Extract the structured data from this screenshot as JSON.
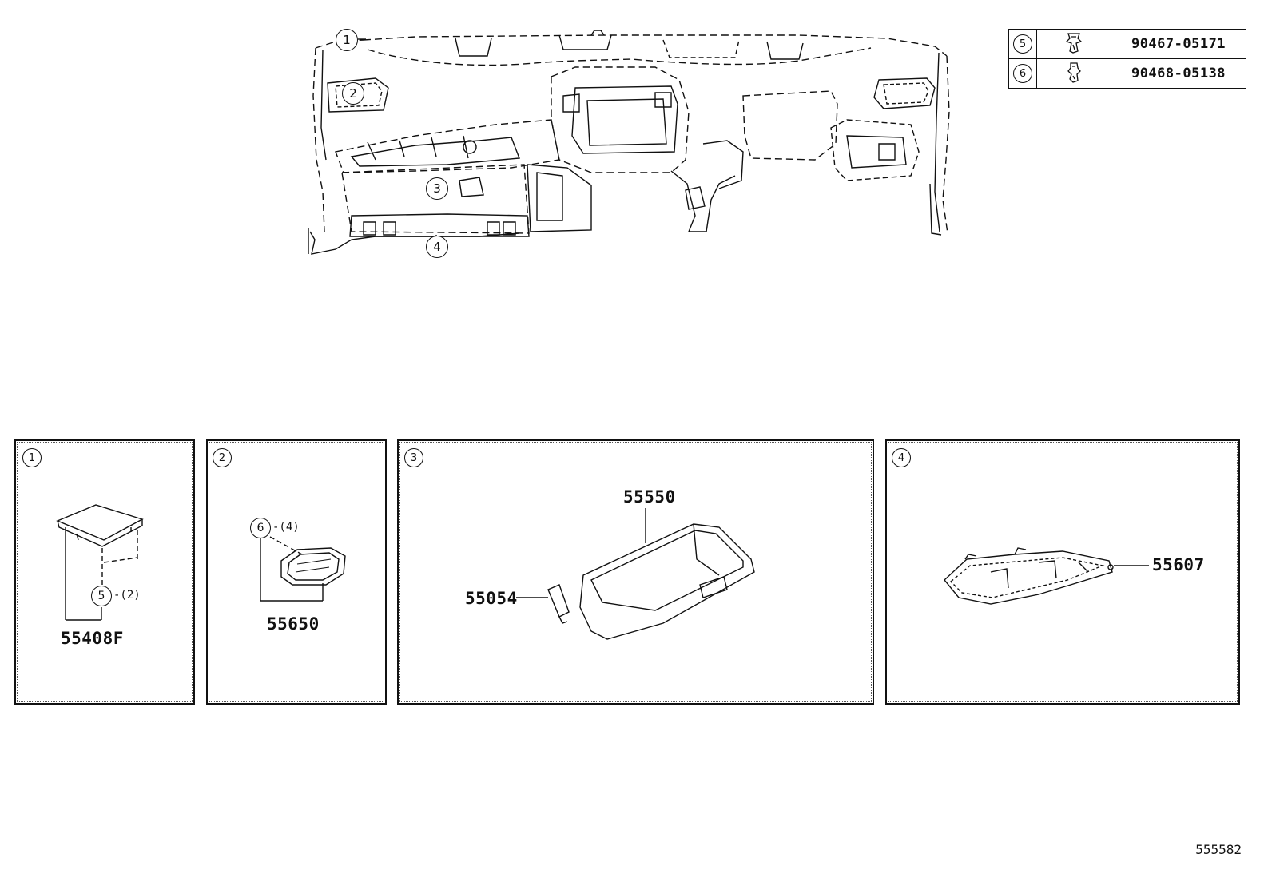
{
  "legend": [
    {
      "ref": "5",
      "part_number": "90467-05171",
      "icon": "clip-icon"
    },
    {
      "ref": "6",
      "part_number": "90468-05138",
      "icon": "clip-icon"
    }
  ],
  "overview_callouts": [
    "1",
    "2",
    "3",
    "4"
  ],
  "panels": [
    {
      "id": "1",
      "parts": [
        {
          "number": "55408F"
        }
      ],
      "fastener": {
        "ref": "5",
        "qty": "-(2)"
      }
    },
    {
      "id": "2",
      "parts": [
        {
          "number": "55650"
        }
      ],
      "fastener": {
        "ref": "6",
        "qty": "-(4)"
      }
    },
    {
      "id": "3",
      "parts": [
        {
          "number": "55550"
        },
        {
          "number": "55054"
        }
      ]
    },
    {
      "id": "4",
      "parts": [
        {
          "number": "55607"
        }
      ]
    }
  ],
  "illustration_id": "555582"
}
